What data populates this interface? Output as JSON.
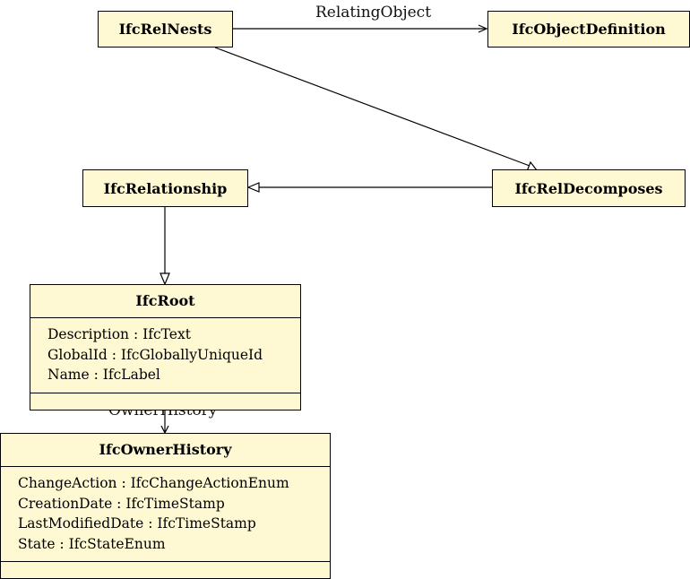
{
  "classes": {
    "ifc_rel_nests": "IfcRelNests",
    "ifc_object_definition": "IfcObjectDefinition",
    "ifc_relationship": "IfcRelationship",
    "ifc_rel_decomposes": "IfcRelDecomposes",
    "ifc_root": {
      "name": "IfcRoot",
      "attributes": [
        "Description : IfcText",
        "GlobalId : IfcGloballyUniqueId",
        "Name : IfcLabel"
      ]
    },
    "ifc_owner_history": {
      "name": "IfcOwnerHistory",
      "attributes": [
        "ChangeAction : IfcChangeActionEnum",
        "CreationDate : IfcTimeStamp",
        "LastModifiedDate : IfcTimeStamp",
        "State : IfcStateEnum"
      ]
    }
  },
  "edges": {
    "relating_object": "RelatingObject",
    "owner_history": "OwnerHistory"
  },
  "colors": {
    "class_fill": "#fff9d3",
    "stroke": "#000000"
  }
}
